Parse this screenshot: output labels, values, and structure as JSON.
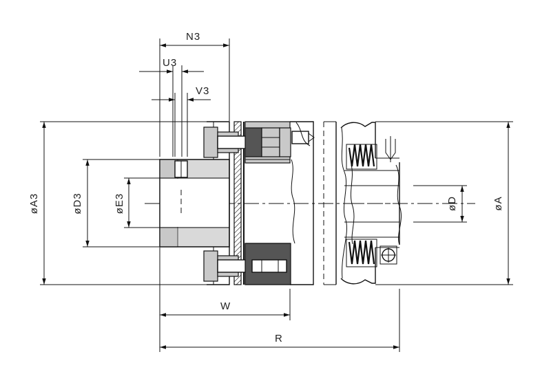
{
  "diagram": {
    "labels": {
      "n3": "N3",
      "u3": "U3",
      "v3": "V3",
      "a3": "øA3",
      "d3": "øD3",
      "e3": "øE3",
      "d": "øD",
      "a": "øA",
      "w": "W",
      "r": "R"
    },
    "colors": {
      "line": "#111111",
      "hub_fill": "#d9d9d9",
      "dark_fill": "#555555"
    }
  }
}
